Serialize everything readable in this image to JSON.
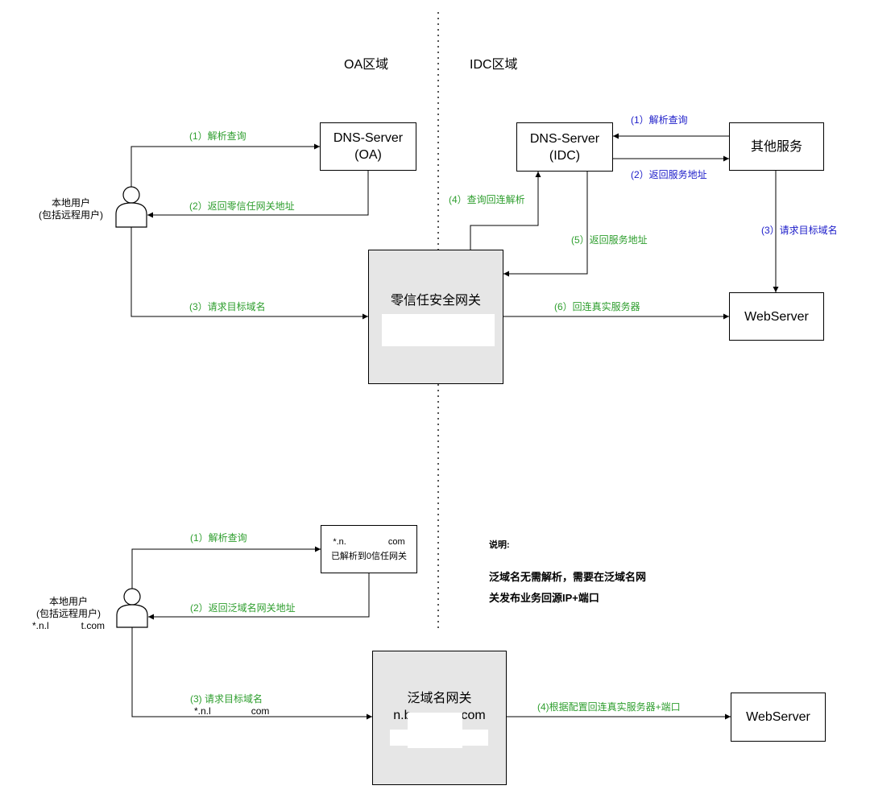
{
  "regions": {
    "oa": "OA区域",
    "idc": "IDC区域"
  },
  "top": {
    "user_line1": "本地用户",
    "user_line2": "(包括远程用户)",
    "dns_oa": {
      "line1": "DNS-Server",
      "line2": "(OA)"
    },
    "dns_idc": {
      "line1": "DNS-Server",
      "line2": "(IDC)"
    },
    "other_service": "其他服务",
    "gateway": "零信任安全网关",
    "webserver": "WebServer",
    "arrows": {
      "oa_1": "(1）解析查询",
      "oa_2": "(2）返回零信任网关地址",
      "oa_3": "(3）请求目标域名",
      "idc_4": "(4）查询回连解析",
      "idc_5": "(5）返回服务地址",
      "idc_6": "(6）回连真实服务器",
      "svc_1": "(1）解析查询",
      "svc_2": "(2）返回服务地址",
      "svc_3": "(3）请求目标域名"
    }
  },
  "bottom": {
    "user_line1": "本地用户",
    "user_line2": "(包括远程用户)",
    "user_line3_a": "*.n.l",
    "user_line3_b": "t.com",
    "dns_box": {
      "line1_a": "*.n.",
      "line1_b": "com",
      "line2": "已解析到0信任网关"
    },
    "gateway": {
      "line1": "泛域名网关",
      "line2_a": "n.b",
      "line2_b": "com"
    },
    "webserver": "WebServer",
    "arrows": {
      "a1": "(1）解析查询",
      "a2": "(2）返回泛域名网关地址",
      "a3": "(3) 请求目标域名",
      "a3_sub_a": "*.n.l",
      "a3_sub_b": "com",
      "a4": "(4)根据配置回连真实服务器+端口"
    }
  },
  "note": {
    "title": "说明:",
    "line1": "泛域名无需解析，需要在泛域名网",
    "line2": "关发布业务回源IP+端口"
  },
  "colors": {
    "green": "#2e9e2e",
    "blue": "#1c1cc9",
    "gray_box": "#e6e6e6"
  }
}
